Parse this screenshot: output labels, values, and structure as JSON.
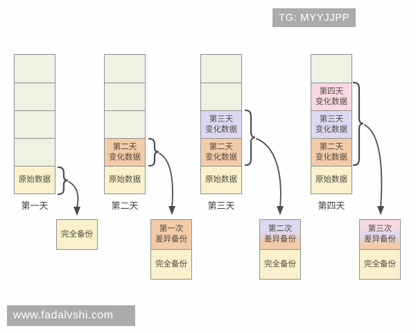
{
  "badges": {
    "tg": "TG: MYYJJPP",
    "site": "www.fadalvshi.com"
  },
  "colors": {
    "empty_cell": "#edf2e3",
    "original_data": "#f8f1cb",
    "day2_change": "#f2cba8",
    "day3_change": "#ddd8f2",
    "day4_change": "#f8d8e2",
    "cell_border": "#8f8f8f",
    "badge_bg": "#ababab",
    "line": "#4a4a4a"
  },
  "diagram": {
    "columns": [
      {
        "day_label": "第一天",
        "cells": [
          {
            "type": "empty",
            "label": ""
          },
          {
            "type": "empty",
            "label": ""
          },
          {
            "type": "empty",
            "label": ""
          },
          {
            "type": "empty",
            "label": ""
          },
          {
            "type": "original",
            "label": "原始数据"
          }
        ],
        "backup": {
          "parts": [
            {
              "type": "full",
              "label": "完全备份"
            }
          ]
        }
      },
      {
        "day_label": "第二天",
        "cells": [
          {
            "type": "empty",
            "label": ""
          },
          {
            "type": "empty",
            "label": ""
          },
          {
            "type": "empty",
            "label": ""
          },
          {
            "type": "day2",
            "label": "第二天\n变化数据"
          },
          {
            "type": "original",
            "label": "原始数据"
          }
        ],
        "backup": {
          "parts": [
            {
              "type": "diff1",
              "label": "第一次\n差异备份"
            },
            {
              "type": "full",
              "label": "完全备份"
            }
          ]
        }
      },
      {
        "day_label": "第三天",
        "cells": [
          {
            "type": "empty",
            "label": ""
          },
          {
            "type": "empty",
            "label": ""
          },
          {
            "type": "day3",
            "label": "第三天\n变化数据"
          },
          {
            "type": "day2",
            "label": "第二天\n变化数据"
          },
          {
            "type": "original",
            "label": "原始数据"
          }
        ],
        "backup": {
          "parts": [
            {
              "type": "diff2",
              "label": "第二次\n差异备份"
            },
            {
              "type": "full",
              "label": "完全备份"
            }
          ]
        }
      },
      {
        "day_label": "第四天",
        "cells": [
          {
            "type": "empty",
            "label": ""
          },
          {
            "type": "day4",
            "label": "第四天\n变化数据"
          },
          {
            "type": "day3",
            "label": "第三天\n变化数据"
          },
          {
            "type": "day2",
            "label": "第二天\n变化数据"
          },
          {
            "type": "original",
            "label": "原始数据"
          }
        ],
        "backup": {
          "parts": [
            {
              "type": "diff3",
              "label": "第三次\n差异备份"
            },
            {
              "type": "full",
              "label": "完全备份"
            }
          ]
        }
      }
    ]
  }
}
